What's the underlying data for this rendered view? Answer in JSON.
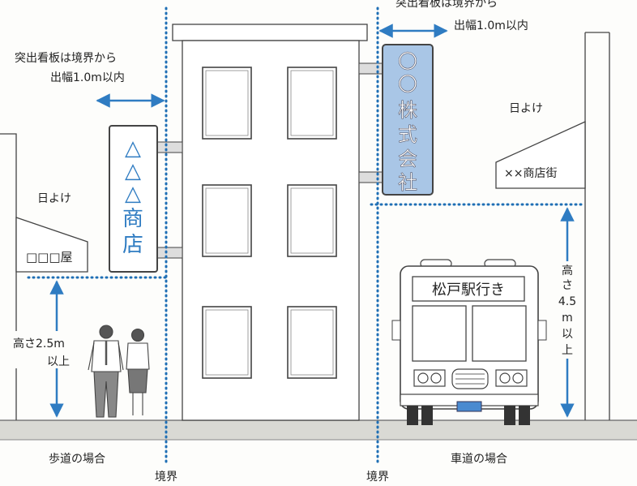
{
  "signs": {
    "left_sign": [
      "△",
      "△",
      "△",
      "商",
      "店"
    ],
    "right_sign": [
      "〇",
      "〇",
      "株",
      "式",
      "会",
      "社"
    ],
    "left_awning_sign": "□□□屋",
    "right_awning_sign": "××商店街",
    "bus_destination": "松戸駅行き"
  },
  "labels": {
    "projection_rule_left": [
      "突出看板は境界から",
      "出幅1.0m以内"
    ],
    "projection_rule_right": [
      "突出看板は境界から",
      "出幅1.0m以内"
    ],
    "awning_left": "日よけ",
    "awning_right": "日よけ",
    "height_left": [
      "高さ2.5m",
      "以上"
    ],
    "height_right": [
      "高",
      "さ",
      "4.5",
      "m",
      "以",
      "上"
    ],
    "caption_sidewalk": "歩道の場合",
    "caption_roadway": "車道の場合",
    "boundary_left": "境界",
    "boundary_right": "境界"
  },
  "colors": {
    "boundary_line": "#1f6fb5",
    "arrow": "#2f7cc2",
    "sign_blue": "#a9c6e6",
    "line": "#444444",
    "ground": "#d9d9d4"
  }
}
